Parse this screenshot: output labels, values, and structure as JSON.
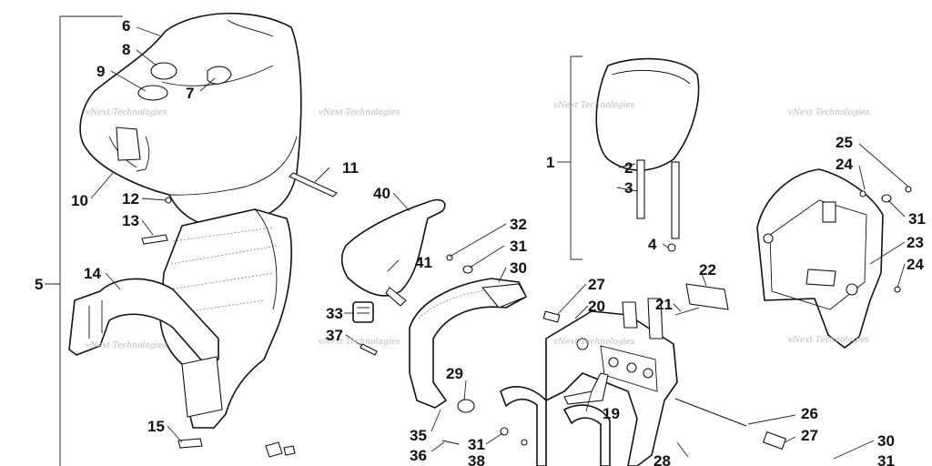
{
  "callouts": {
    "c1": "1",
    "c2": "2",
    "c3": "3",
    "c4": "4",
    "c5": "5",
    "c6": "6",
    "c7": "7",
    "c8": "8",
    "c9": "9",
    "c10": "10",
    "c11": "11",
    "c12": "12",
    "c13": "13",
    "c14": "14",
    "c15": "15",
    "c19": "19",
    "c20": "20",
    "c21": "21",
    "c22": "22",
    "c23": "23",
    "c24a": "24",
    "c24b": "24",
    "c25": "25",
    "c26": "26",
    "c27a": "27",
    "c27b": "27",
    "c28": "28",
    "c29": "29",
    "c30a": "30",
    "c30b": "30",
    "c31a": "31",
    "c31b": "31",
    "c31c": "31",
    "c31d": "31",
    "c32": "32",
    "c33": "33",
    "c35": "35",
    "c36": "36",
    "c37": "37",
    "c38": "38",
    "c40": "40",
    "c41": "41"
  },
  "watermark": "vNext Technologies"
}
